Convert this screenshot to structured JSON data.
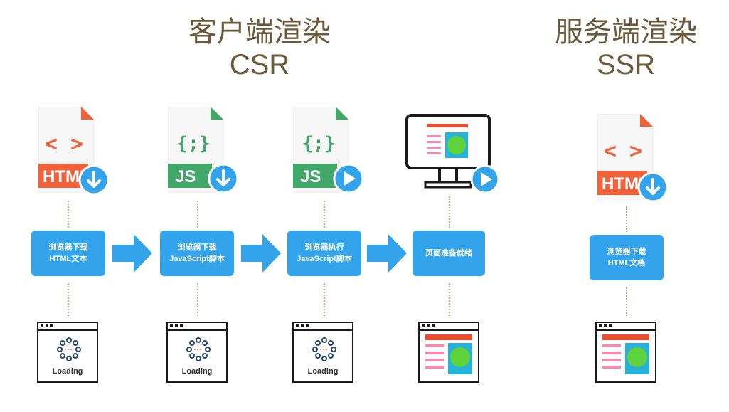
{
  "csr": {
    "title": "客户端渲染",
    "subtitle": "CSR"
  },
  "ssr": {
    "title": "服务端渲染",
    "subtitle": "SSR"
  },
  "icons": {
    "html_label": "HTML",
    "js_label": "JS",
    "html_code": "< >",
    "js_code": "{;}"
  },
  "steps": {
    "csr_1": {
      "line1": "浏览器下载",
      "line2": "HTML文本"
    },
    "csr_2": {
      "line1": "浏览器下载",
      "line2": "JavaScript脚本"
    },
    "csr_3": {
      "line1": "浏览器执行",
      "line2": "JavaScript脚本"
    },
    "csr_4": {
      "line1": "页面准备就绪"
    },
    "ssr_1": {
      "line1": "浏览器下载",
      "line2": "HTML文档"
    }
  },
  "loading_text": "Loading",
  "colors": {
    "step_blue": "#33a4ec",
    "html_orange": "#f1623b",
    "js_green": "#41a869",
    "title_brown": "#6b5a3a",
    "page_red": "#f24a2f",
    "page_cyan": "#27b3d9",
    "page_green": "#5fd33b",
    "page_pink": "#f58bb1"
  }
}
